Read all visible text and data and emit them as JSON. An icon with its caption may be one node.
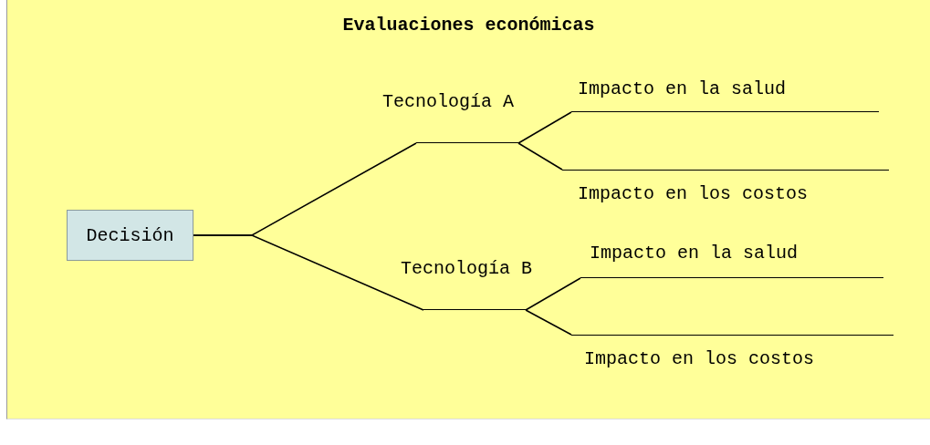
{
  "diagram": {
    "title": "Evaluaciones económicas",
    "nodes": [
      {
        "text": [
          "Decisión"
        ]
      },
      {
        "text": [
          "Tecnología A"
        ]
      },
      {
        "text": [
          "Tecnología B"
        ]
      },
      {
        "text": [
          "Impacto en la salud"
        ]
      },
      {
        "text": [
          "Impacto en los costos"
        ]
      },
      {
        "text": [
          "Impacto en la salud"
        ]
      },
      {
        "text": [
          "Impacto en los costos"
        ]
      }
    ],
    "edges": [
      {
        "from": 0,
        "to": 1,
        "arrow": "none"
      },
      {
        "from": 0,
        "to": 2,
        "arrow": "none"
      },
      {
        "from": 1,
        "to": 3,
        "arrow": "none"
      },
      {
        "from": 1,
        "to": 4,
        "arrow": "none"
      },
      {
        "from": 2,
        "to": 5,
        "arrow": "none"
      },
      {
        "from": 2,
        "to": 6,
        "arrow": "none"
      }
    ]
  }
}
